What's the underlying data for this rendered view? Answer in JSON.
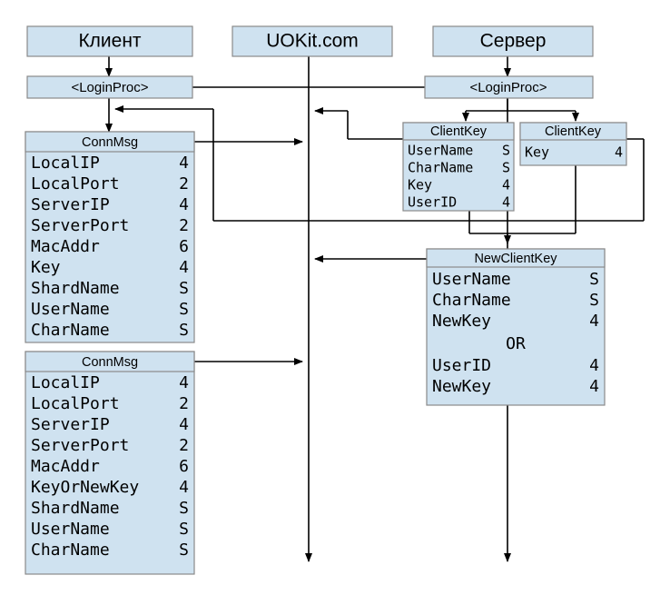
{
  "diagram": {
    "type": "sequence-diagram",
    "title_colors": {
      "box_fill": "#cfe2f0",
      "box_stroke": "#8a8a8a",
      "line": "#000000",
      "background": "#ffffff"
    },
    "lifelines": [
      {
        "id": "client",
        "label": "Клиент"
      },
      {
        "id": "uokit",
        "label": "UOKit.com"
      },
      {
        "id": "server",
        "label": "Сервер"
      }
    ],
    "proc_boxes": [
      {
        "id": "client-loginproc",
        "label": "<LoginProc>"
      },
      {
        "id": "server-loginproc",
        "label": "<LoginProc>"
      }
    ],
    "structs": [
      {
        "id": "connmsg-1",
        "title": "ConnMsg",
        "rows": [
          {
            "name": "LocalIP",
            "size": "4"
          },
          {
            "name": "LocalPort",
            "size": "2"
          },
          {
            "name": "ServerIP",
            "size": "4"
          },
          {
            "name": "ServerPort",
            "size": "2"
          },
          {
            "name": "MacAddr",
            "size": "6"
          },
          {
            "name": "Key",
            "size": "4"
          },
          {
            "name": "ShardName",
            "size": "S"
          },
          {
            "name": "UserName",
            "size": "S"
          },
          {
            "name": "CharName",
            "size": "S"
          }
        ]
      },
      {
        "id": "connmsg-2",
        "title": "ConnMsg",
        "rows": [
          {
            "name": "LocalIP",
            "size": "4"
          },
          {
            "name": "LocalPort",
            "size": "2"
          },
          {
            "name": "ServerIP",
            "size": "4"
          },
          {
            "name": "ServerPort",
            "size": "2"
          },
          {
            "name": "MacAddr",
            "size": "6"
          },
          {
            "name": "KeyOrNewKey",
            "size": "4"
          },
          {
            "name": "ShardName",
            "size": "S"
          },
          {
            "name": "UserName",
            "size": "S"
          },
          {
            "name": "CharName",
            "size": "S"
          }
        ]
      },
      {
        "id": "clientkey-1",
        "title": "ClientKey",
        "rows": [
          {
            "name": "UserName",
            "size": "S"
          },
          {
            "name": "CharName",
            "size": "S"
          },
          {
            "name": "Key",
            "size": "4"
          },
          {
            "name": "UserID",
            "size": "4"
          }
        ]
      },
      {
        "id": "clientkey-2",
        "title": "ClientKey",
        "rows": [
          {
            "name": "Key",
            "size": "4"
          }
        ]
      },
      {
        "id": "newclientkey",
        "title": "NewClientKey",
        "separator": "OR",
        "rows": [
          {
            "name": "UserName",
            "size": "S"
          },
          {
            "name": "CharName",
            "size": "S"
          },
          {
            "name": "NewKey",
            "size": "4"
          },
          {
            "name": "UserID",
            "size": "4"
          },
          {
            "name": "NewKey",
            "size": "4"
          }
        ]
      }
    ]
  }
}
